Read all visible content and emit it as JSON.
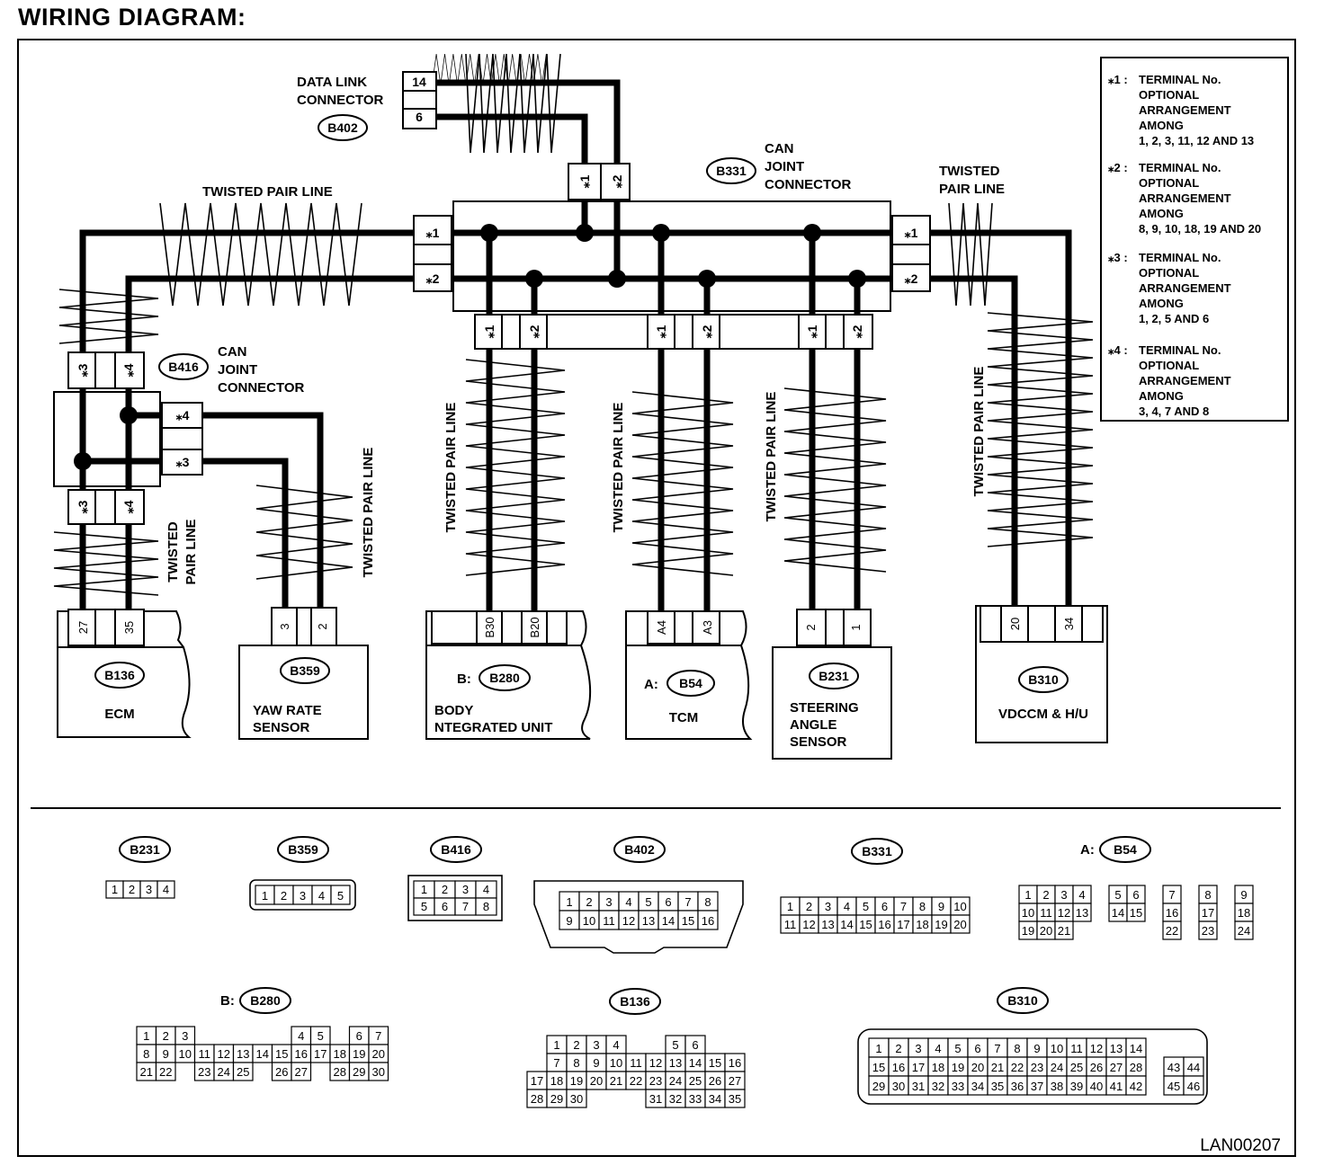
{
  "title": "WIRING DIAGRAM:",
  "doc_id": "LAN00207",
  "colors": {
    "ink": "#000000",
    "paper": "#ffffff"
  },
  "labels": {
    "twisted_pair_line": "TWISTED PAIR LINE",
    "twisted": "TWISTED",
    "pair_line": "PAIR LINE",
    "data_link_1": "DATA LINK",
    "data_link_2": "CONNECTOR",
    "can": "CAN",
    "joint": "JOINT",
    "connector": "CONNECTOR"
  },
  "connectors": {
    "b402": "B402",
    "b331": "B331",
    "b416": "B416",
    "b136": "B136",
    "b359": "B359",
    "b280": "B280",
    "b54": "B54",
    "b231": "B231",
    "b310": "B310",
    "prefix_a": "A:",
    "prefix_b": "B:"
  },
  "pins": {
    "b402_top": "14",
    "b402_bottom": "6",
    "s1": "⁎1",
    "s2": "⁎2",
    "s3": "⁎3",
    "s4": "⁎4",
    "ecm_1": "27",
    "ecm_2": "35",
    "yaw_1": "3",
    "yaw_2": "2",
    "body_1": "B30",
    "body_2": "B20",
    "tcm_1": "A4",
    "tcm_2": "A3",
    "steer_1": "2",
    "steer_2": "1",
    "vdc_1": "20",
    "vdc_2": "34"
  },
  "units": {
    "ecm": "ECM",
    "yaw_1": "YAW RATE",
    "yaw_2": "SENSOR",
    "body_1": "BODY",
    "body_2": "NTEGRATED UNIT",
    "tcm": "TCM",
    "steer_1": "STEERING",
    "steer_2": "ANGLE",
    "steer_3": "SENSOR",
    "vdc": "VDCCM & H/U"
  },
  "notes": [
    {
      "mark": "⁎1 :",
      "lines": [
        "TERMINAL No.",
        "OPTIONAL",
        "ARRANGEMENT",
        "AMONG",
        "1, 2, 3, 11, 12 AND 13"
      ]
    },
    {
      "mark": "⁎2 :",
      "lines": [
        "TERMINAL No.",
        "OPTIONAL",
        "ARRANGEMENT",
        "AMONG",
        "8, 9, 10, 18, 19 AND 20"
      ]
    },
    {
      "mark": "⁎3 :",
      "lines": [
        "TERMINAL No.",
        "OPTIONAL",
        "ARRANGEMENT",
        "AMONG",
        "1, 2, 5 AND 6"
      ]
    },
    {
      "mark": "⁎4 :",
      "lines": [
        "TERMINAL No.",
        "OPTIONAL",
        "ARRANGEMENT",
        "AMONG",
        "3, 4, 7 AND 8"
      ]
    }
  ],
  "connector_faces": [
    {
      "id": "B231",
      "rows": [
        [
          "1",
          "2",
          "3",
          "4"
        ]
      ]
    },
    {
      "id": "B359",
      "rows": [
        [
          "1",
          "2",
          "3",
          "4",
          "5"
        ]
      ]
    },
    {
      "id": "B416",
      "rows": [
        [
          "1",
          "2",
          "3",
          "4"
        ],
        [
          "5",
          "6",
          "7",
          "8"
        ]
      ]
    },
    {
      "id": "B402",
      "rows": [
        [
          "1",
          "2",
          "3",
          "4",
          "5",
          "6",
          "7",
          "8"
        ],
        [
          "9",
          "10",
          "11",
          "12",
          "13",
          "14",
          "15",
          "16"
        ]
      ]
    },
    {
      "id": "B331",
      "rows": [
        [
          "1",
          "2",
          "3",
          "4",
          "5",
          "6",
          "7",
          "8",
          "9",
          "10"
        ],
        [
          "11",
          "12",
          "13",
          "14",
          "15",
          "16",
          "17",
          "18",
          "19",
          "20"
        ]
      ]
    },
    {
      "id": "B54",
      "prefix": "A:",
      "rows": [
        [
          "1",
          "2",
          "3",
          "4",
          "",
          "5",
          "6",
          "",
          "7",
          "",
          "8",
          "",
          "9"
        ],
        [
          "10",
          "11",
          "12",
          "13",
          "",
          "14",
          "15",
          "",
          "16",
          "",
          "17",
          "",
          "18"
        ],
        [
          "19",
          "20",
          "21",
          "",
          "",
          "",
          "",
          "",
          "22",
          "",
          "23",
          "",
          "24"
        ]
      ]
    },
    {
      "id": "B280",
      "prefix": "B:",
      "rows": [
        [
          "1",
          "2",
          "3",
          "",
          "",
          "",
          "",
          "",
          "4",
          "5",
          "",
          "6",
          "7"
        ],
        [
          "8",
          "9",
          "10",
          "11",
          "12",
          "13",
          "14",
          "15",
          "16",
          "17",
          "18",
          "19",
          "20"
        ],
        [
          "21",
          "22",
          "",
          "23",
          "24",
          "25",
          "",
          "26",
          "27",
          "",
          "28",
          "29",
          "30"
        ]
      ]
    },
    {
      "id": "B136",
      "rows": [
        [
          "",
          "1",
          "2",
          "3",
          "4",
          "",
          "",
          "5",
          "6"
        ],
        [
          "",
          "7",
          "8",
          "9",
          "10",
          "11",
          "12",
          "13",
          "14",
          "15",
          "16"
        ],
        [
          "17",
          "18",
          "19",
          "20",
          "21",
          "22",
          "23",
          "24",
          "25",
          "26",
          "27"
        ],
        [
          "28",
          "29",
          "30",
          "",
          "",
          "",
          "31",
          "32",
          "33",
          "34",
          "35"
        ]
      ]
    },
    {
      "id": "B310",
      "rows": [
        [
          "1",
          "2",
          "3",
          "4",
          "5",
          "6",
          "7",
          "8",
          "9",
          "10",
          "11",
          "12",
          "13",
          "14"
        ],
        [
          "15",
          "16",
          "17",
          "18",
          "19",
          "20",
          "21",
          "22",
          "23",
          "24",
          "25",
          "26",
          "27",
          "28"
        ],
        [
          "29",
          "30",
          "31",
          "32",
          "33",
          "34",
          "35",
          "36",
          "37",
          "38",
          "39",
          "40",
          "41",
          "42"
        ]
      ],
      "side": [
        [
          "43",
          "44"
        ],
        [
          "45",
          "46"
        ]
      ]
    }
  ]
}
